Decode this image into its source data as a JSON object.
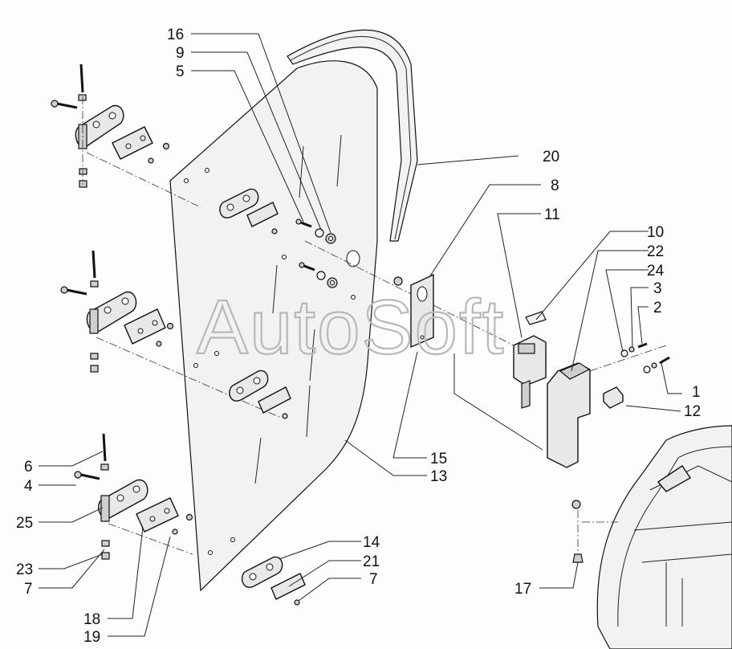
{
  "watermark": "AutoSoft",
  "callouts": [
    {
      "id": "c16",
      "label": "16"
    },
    {
      "id": "c9",
      "label": "9"
    },
    {
      "id": "c5",
      "label": "5"
    },
    {
      "id": "c20",
      "label": "20"
    },
    {
      "id": "c8",
      "label": "8"
    },
    {
      "id": "c11",
      "label": "11"
    },
    {
      "id": "c10",
      "label": "10"
    },
    {
      "id": "c22",
      "label": "22"
    },
    {
      "id": "c24",
      "label": "24"
    },
    {
      "id": "c3",
      "label": "3"
    },
    {
      "id": "c2",
      "label": "2"
    },
    {
      "id": "c1",
      "label": "1"
    },
    {
      "id": "c12",
      "label": "12"
    },
    {
      "id": "c15",
      "label": "15"
    },
    {
      "id": "c13",
      "label": "13"
    },
    {
      "id": "c6",
      "label": "6"
    },
    {
      "id": "c4",
      "label": "4"
    },
    {
      "id": "c25",
      "label": "25"
    },
    {
      "id": "c23",
      "label": "23"
    },
    {
      "id": "c7a",
      "label": "7"
    },
    {
      "id": "c14",
      "label": "14"
    },
    {
      "id": "c21",
      "label": "21"
    },
    {
      "id": "c7b",
      "label": "7"
    },
    {
      "id": "c18",
      "label": "18"
    },
    {
      "id": "c19",
      "label": "19"
    },
    {
      "id": "c17",
      "label": "17"
    }
  ]
}
